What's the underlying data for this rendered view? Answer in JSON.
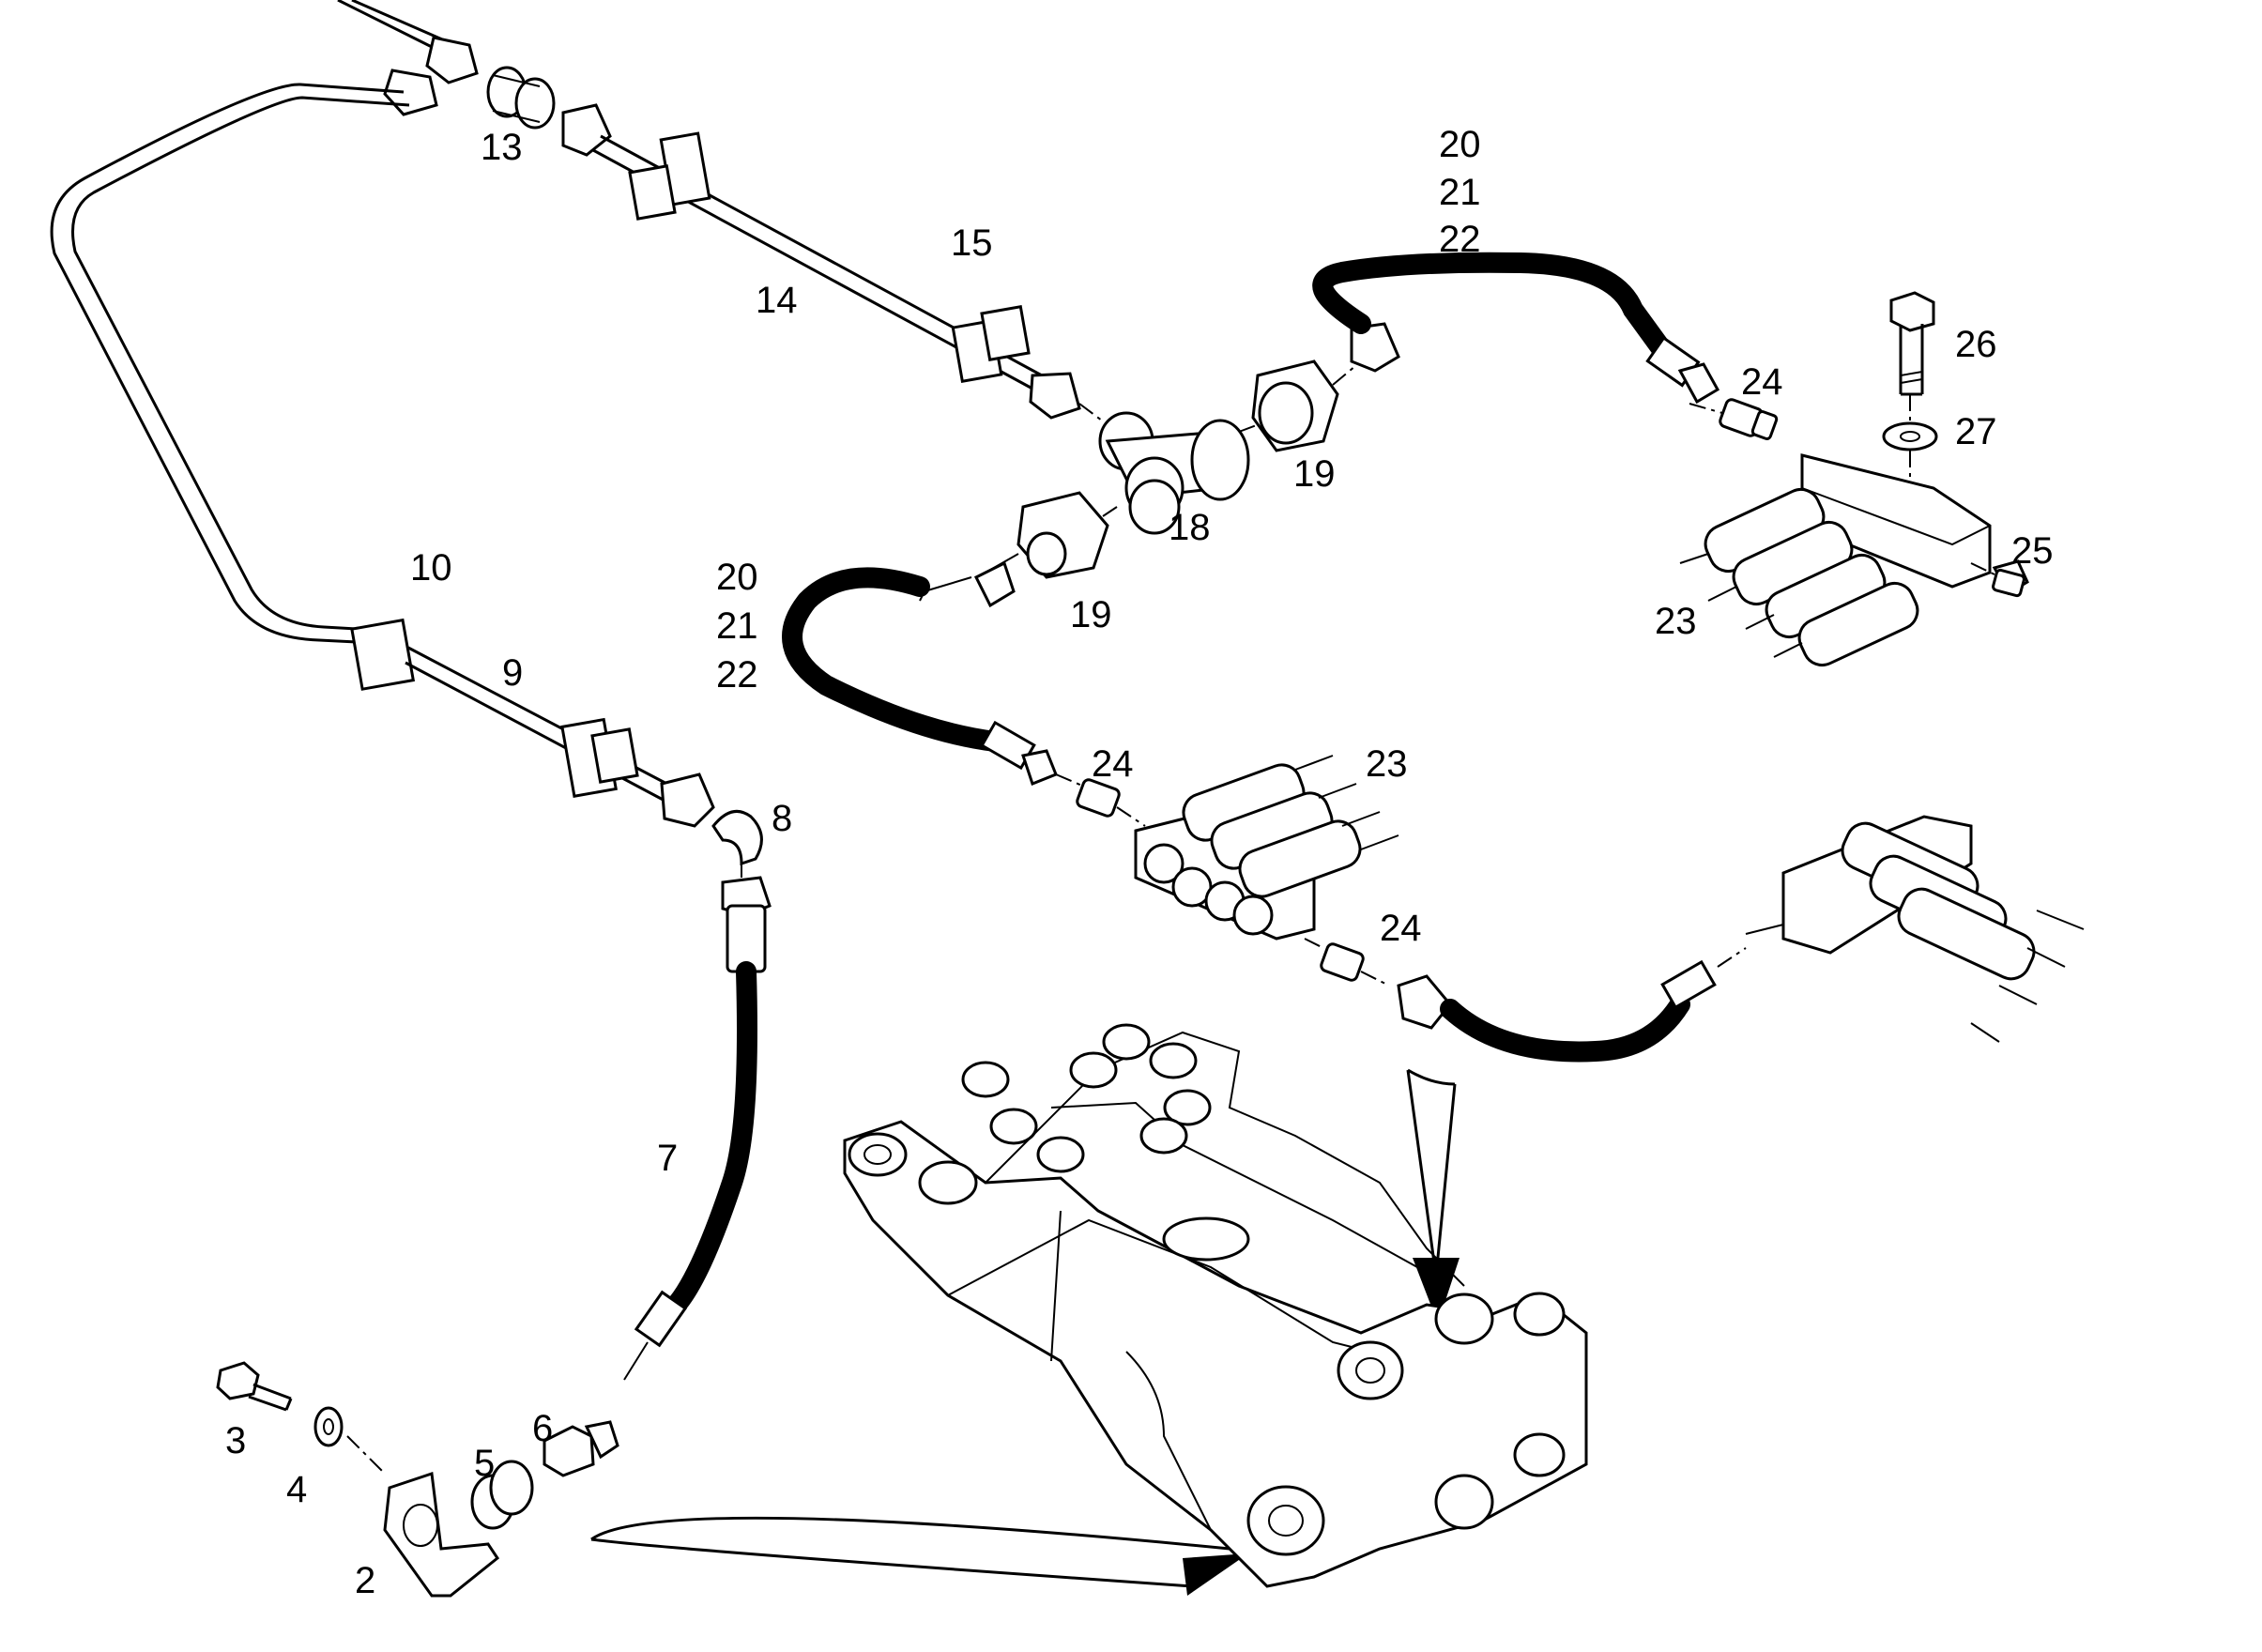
{
  "diagram": {
    "callouts": [
      {
        "id": "c13",
        "text": "13"
      },
      {
        "id": "c14",
        "text": "14"
      },
      {
        "id": "c15",
        "text": "15"
      },
      {
        "id": "c20a",
        "text": "20"
      },
      {
        "id": "c21a",
        "text": "21"
      },
      {
        "id": "c22a",
        "text": "22"
      },
      {
        "id": "c26",
        "text": "26"
      },
      {
        "id": "c24a",
        "text": "24"
      },
      {
        "id": "c27",
        "text": "27"
      },
      {
        "id": "c19a",
        "text": "19"
      },
      {
        "id": "c18",
        "text": "18"
      },
      {
        "id": "c25",
        "text": "25"
      },
      {
        "id": "c23a",
        "text": "23"
      },
      {
        "id": "c10",
        "text": "10"
      },
      {
        "id": "c20b",
        "text": "20"
      },
      {
        "id": "c21b",
        "text": "21"
      },
      {
        "id": "c22b",
        "text": "22"
      },
      {
        "id": "c19b",
        "text": "19"
      },
      {
        "id": "c9",
        "text": "9"
      },
      {
        "id": "c24b",
        "text": "24"
      },
      {
        "id": "c23b",
        "text": "23"
      },
      {
        "id": "c8",
        "text": "8"
      },
      {
        "id": "c24c",
        "text": "24"
      },
      {
        "id": "c7",
        "text": "7"
      },
      {
        "id": "c3",
        "text": "3"
      },
      {
        "id": "c6",
        "text": "6"
      },
      {
        "id": "c5",
        "text": "5"
      },
      {
        "id": "c4",
        "text": "4"
      },
      {
        "id": "c2",
        "text": "2"
      }
    ]
  }
}
